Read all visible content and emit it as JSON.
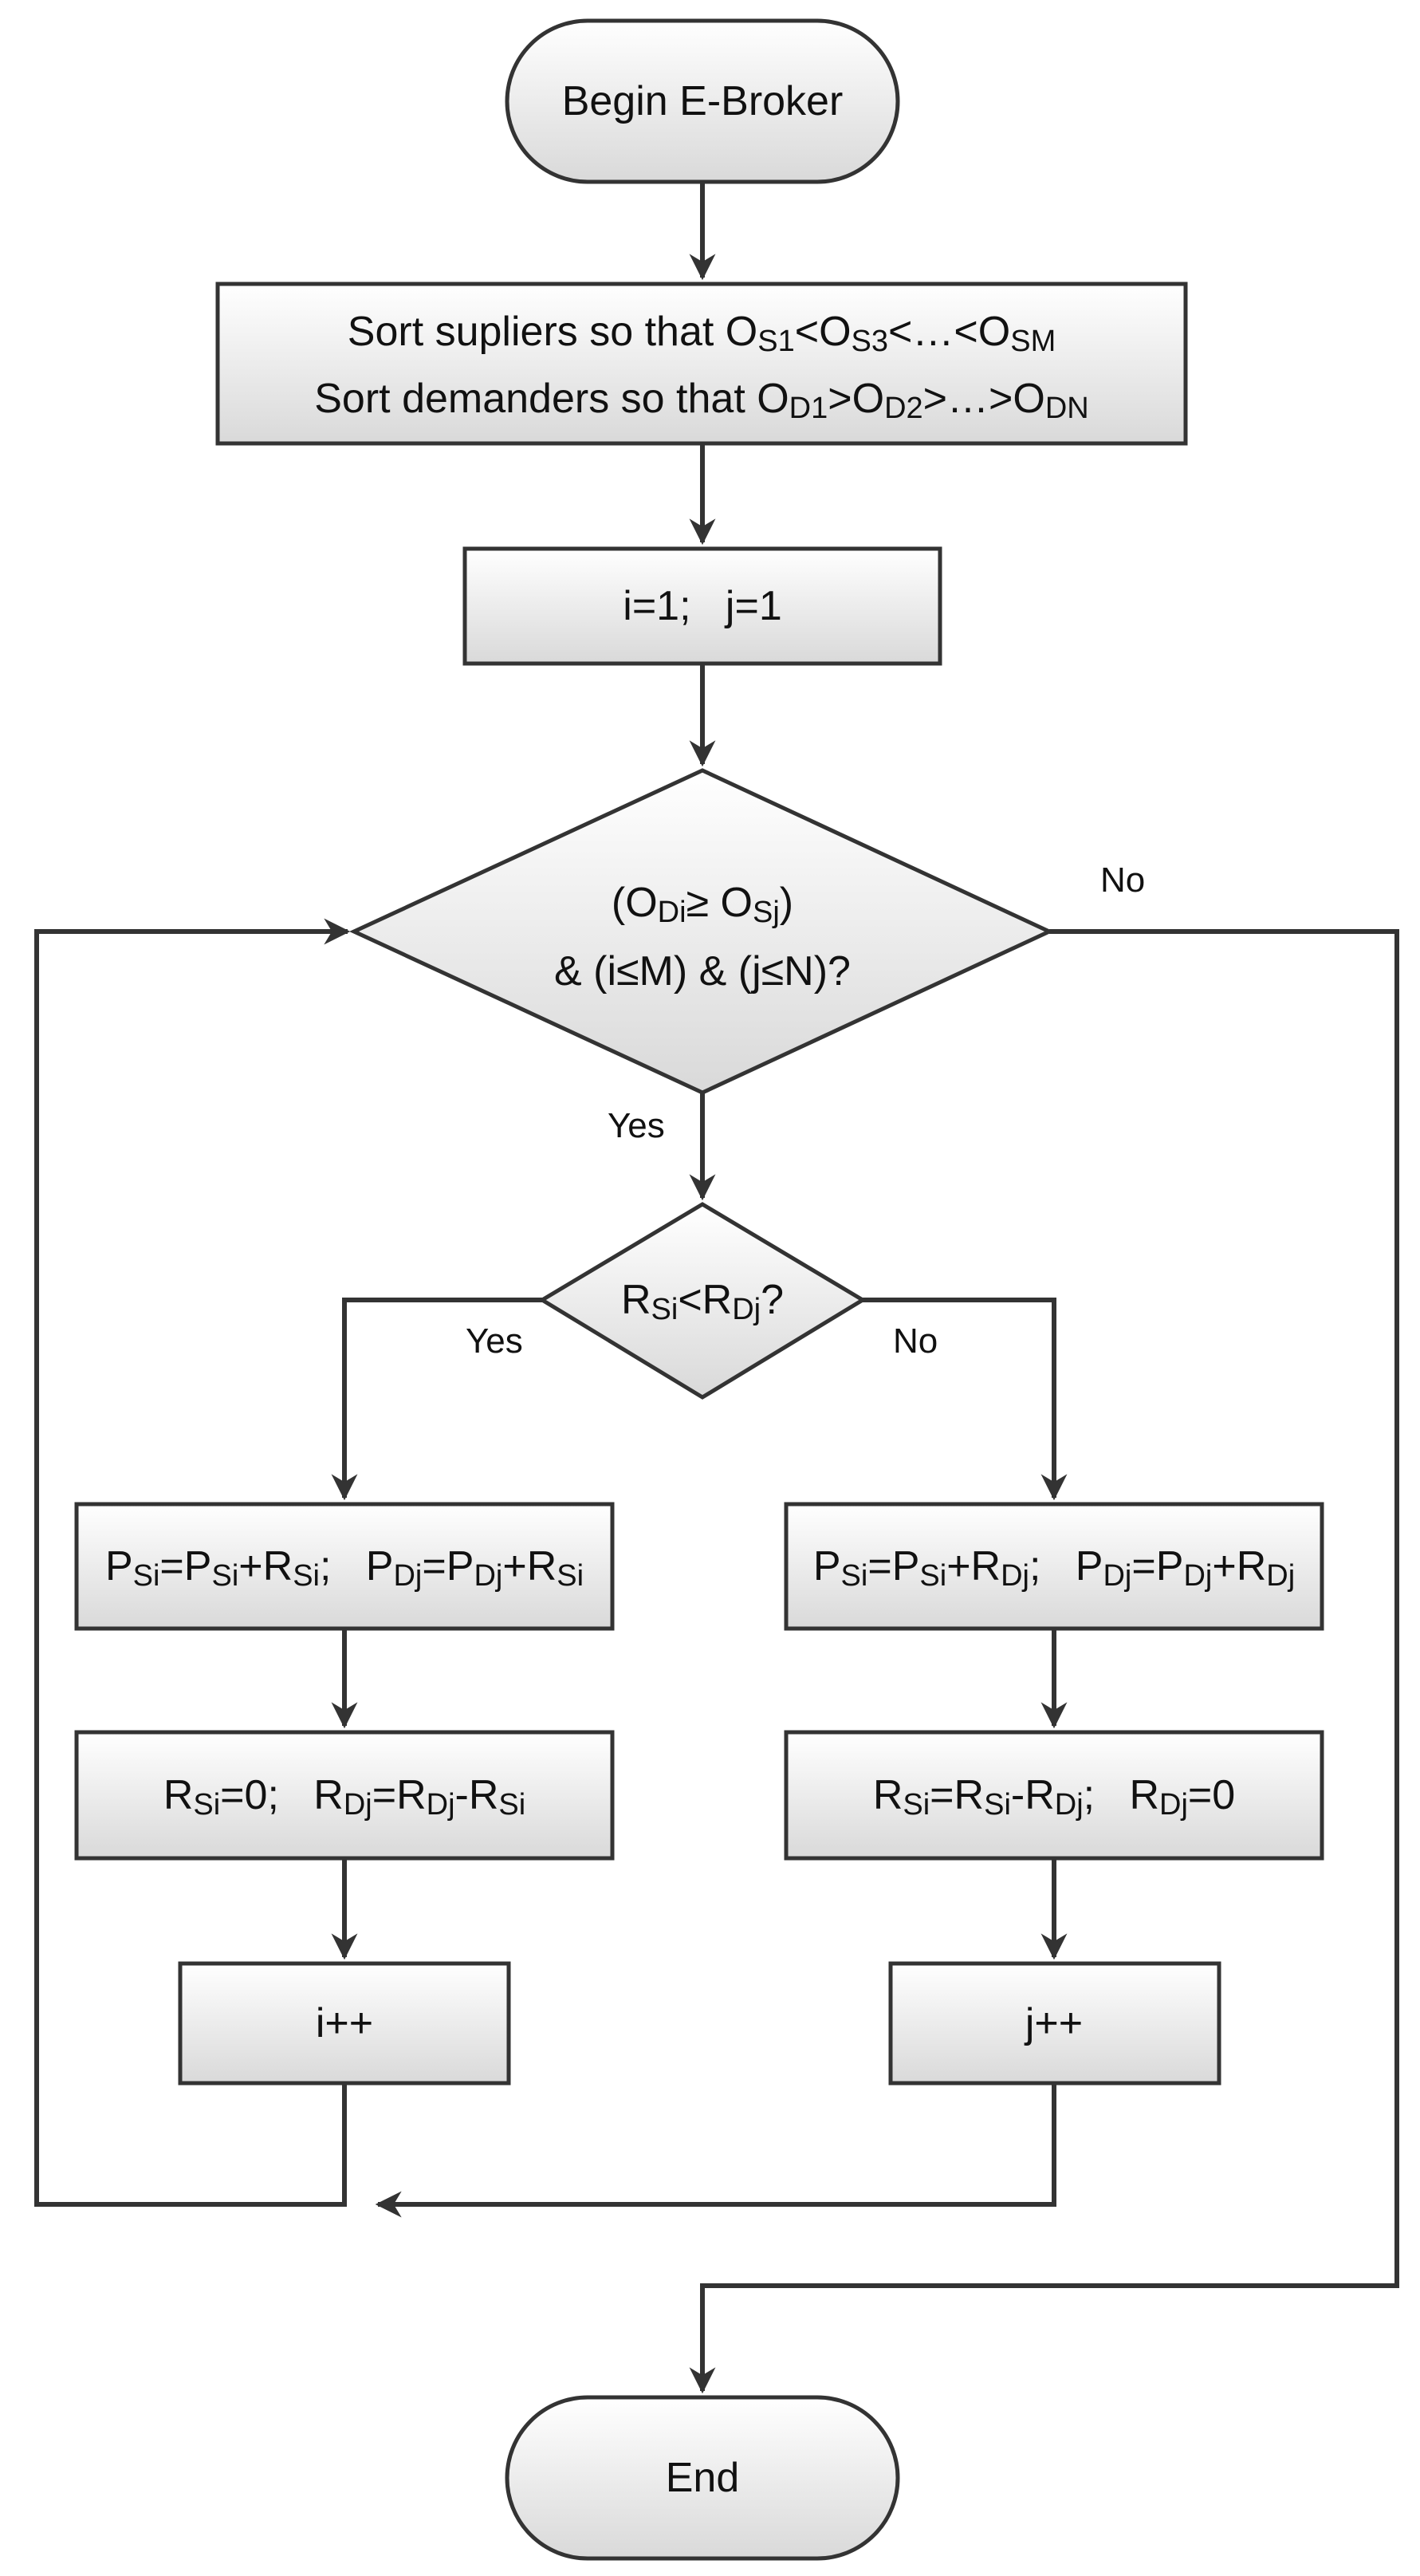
{
  "nodes": {
    "begin": [
      {
        "t": "Begin E-Broker"
      }
    ],
    "sort_line1": [
      {
        "t": "Sort supliers so that O"
      },
      {
        "t": "S1",
        "sub": true
      },
      {
        "t": "<O"
      },
      {
        "t": "S3",
        "sub": true
      },
      {
        "t": "<…<O"
      },
      {
        "t": "SM",
        "sub": true
      }
    ],
    "sort_line2": [
      {
        "t": "Sort demanders so that O"
      },
      {
        "t": "D1",
        "sub": true
      },
      {
        "t": ">O"
      },
      {
        "t": "D2",
        "sub": true
      },
      {
        "t": ">…>O"
      },
      {
        "t": "DN",
        "sub": true
      }
    ],
    "init": [
      {
        "t": "i=1;   j=1"
      }
    ],
    "cond_line1": [
      {
        "t": "(O"
      },
      {
        "t": "Di",
        "sub": true
      },
      {
        "t": "≥ O"
      },
      {
        "t": "Sj",
        "sub": true
      },
      {
        "t": ")"
      }
    ],
    "cond_line2": [
      {
        "t": "& (i≤M) & (j≤N)?"
      }
    ],
    "compare": [
      {
        "t": "R"
      },
      {
        "t": "Si",
        "sub": true
      },
      {
        "t": "<R"
      },
      {
        "t": "Dj",
        "sub": true
      },
      {
        "t": "?"
      }
    ],
    "left_update_p": [
      {
        "t": "P"
      },
      {
        "t": "Si",
        "sub": true
      },
      {
        "t": "=P"
      },
      {
        "t": "Si",
        "sub": true
      },
      {
        "t": "+R"
      },
      {
        "t": "Si",
        "sub": true
      },
      {
        "t": ";   P"
      },
      {
        "t": "Dj",
        "sub": true
      },
      {
        "t": "=P"
      },
      {
        "t": "Dj",
        "sub": true
      },
      {
        "t": "+R"
      },
      {
        "t": "Si",
        "sub": true
      }
    ],
    "left_update_r": [
      {
        "t": "R"
      },
      {
        "t": "Si",
        "sub": true
      },
      {
        "t": "=0;   R"
      },
      {
        "t": "Dj",
        "sub": true
      },
      {
        "t": "=R"
      },
      {
        "t": "Dj",
        "sub": true
      },
      {
        "t": "-R"
      },
      {
        "t": "Si",
        "sub": true
      }
    ],
    "left_incr": [
      {
        "t": "i++"
      }
    ],
    "right_update_p": [
      {
        "t": "P"
      },
      {
        "t": "Si",
        "sub": true
      },
      {
        "t": "=P"
      },
      {
        "t": "Si",
        "sub": true
      },
      {
        "t": "+R"
      },
      {
        "t": "Dj",
        "sub": true
      },
      {
        "t": ";   P"
      },
      {
        "t": "Dj",
        "sub": true
      },
      {
        "t": "=P"
      },
      {
        "t": "Dj",
        "sub": true
      },
      {
        "t": "+R"
      },
      {
        "t": "Dj",
        "sub": true
      }
    ],
    "right_update_r": [
      {
        "t": "R"
      },
      {
        "t": "Si",
        "sub": true
      },
      {
        "t": "=R"
      },
      {
        "t": "Si",
        "sub": true
      },
      {
        "t": "-R"
      },
      {
        "t": "Dj",
        "sub": true
      },
      {
        "t": ";   R"
      },
      {
        "t": "Dj",
        "sub": true
      },
      {
        "t": "=0"
      }
    ],
    "right_incr": [
      {
        "t": "j++"
      }
    ],
    "end": [
      {
        "t": "End"
      }
    ]
  },
  "edge_labels": {
    "cond_yes": "Yes",
    "cond_no": "No",
    "compare_yes": "Yes",
    "compare_no": "No"
  },
  "colors": {
    "box_fill_top": "#ffffff",
    "box_fill_bottom": "#d9d9d9",
    "stroke": "#333333"
  }
}
